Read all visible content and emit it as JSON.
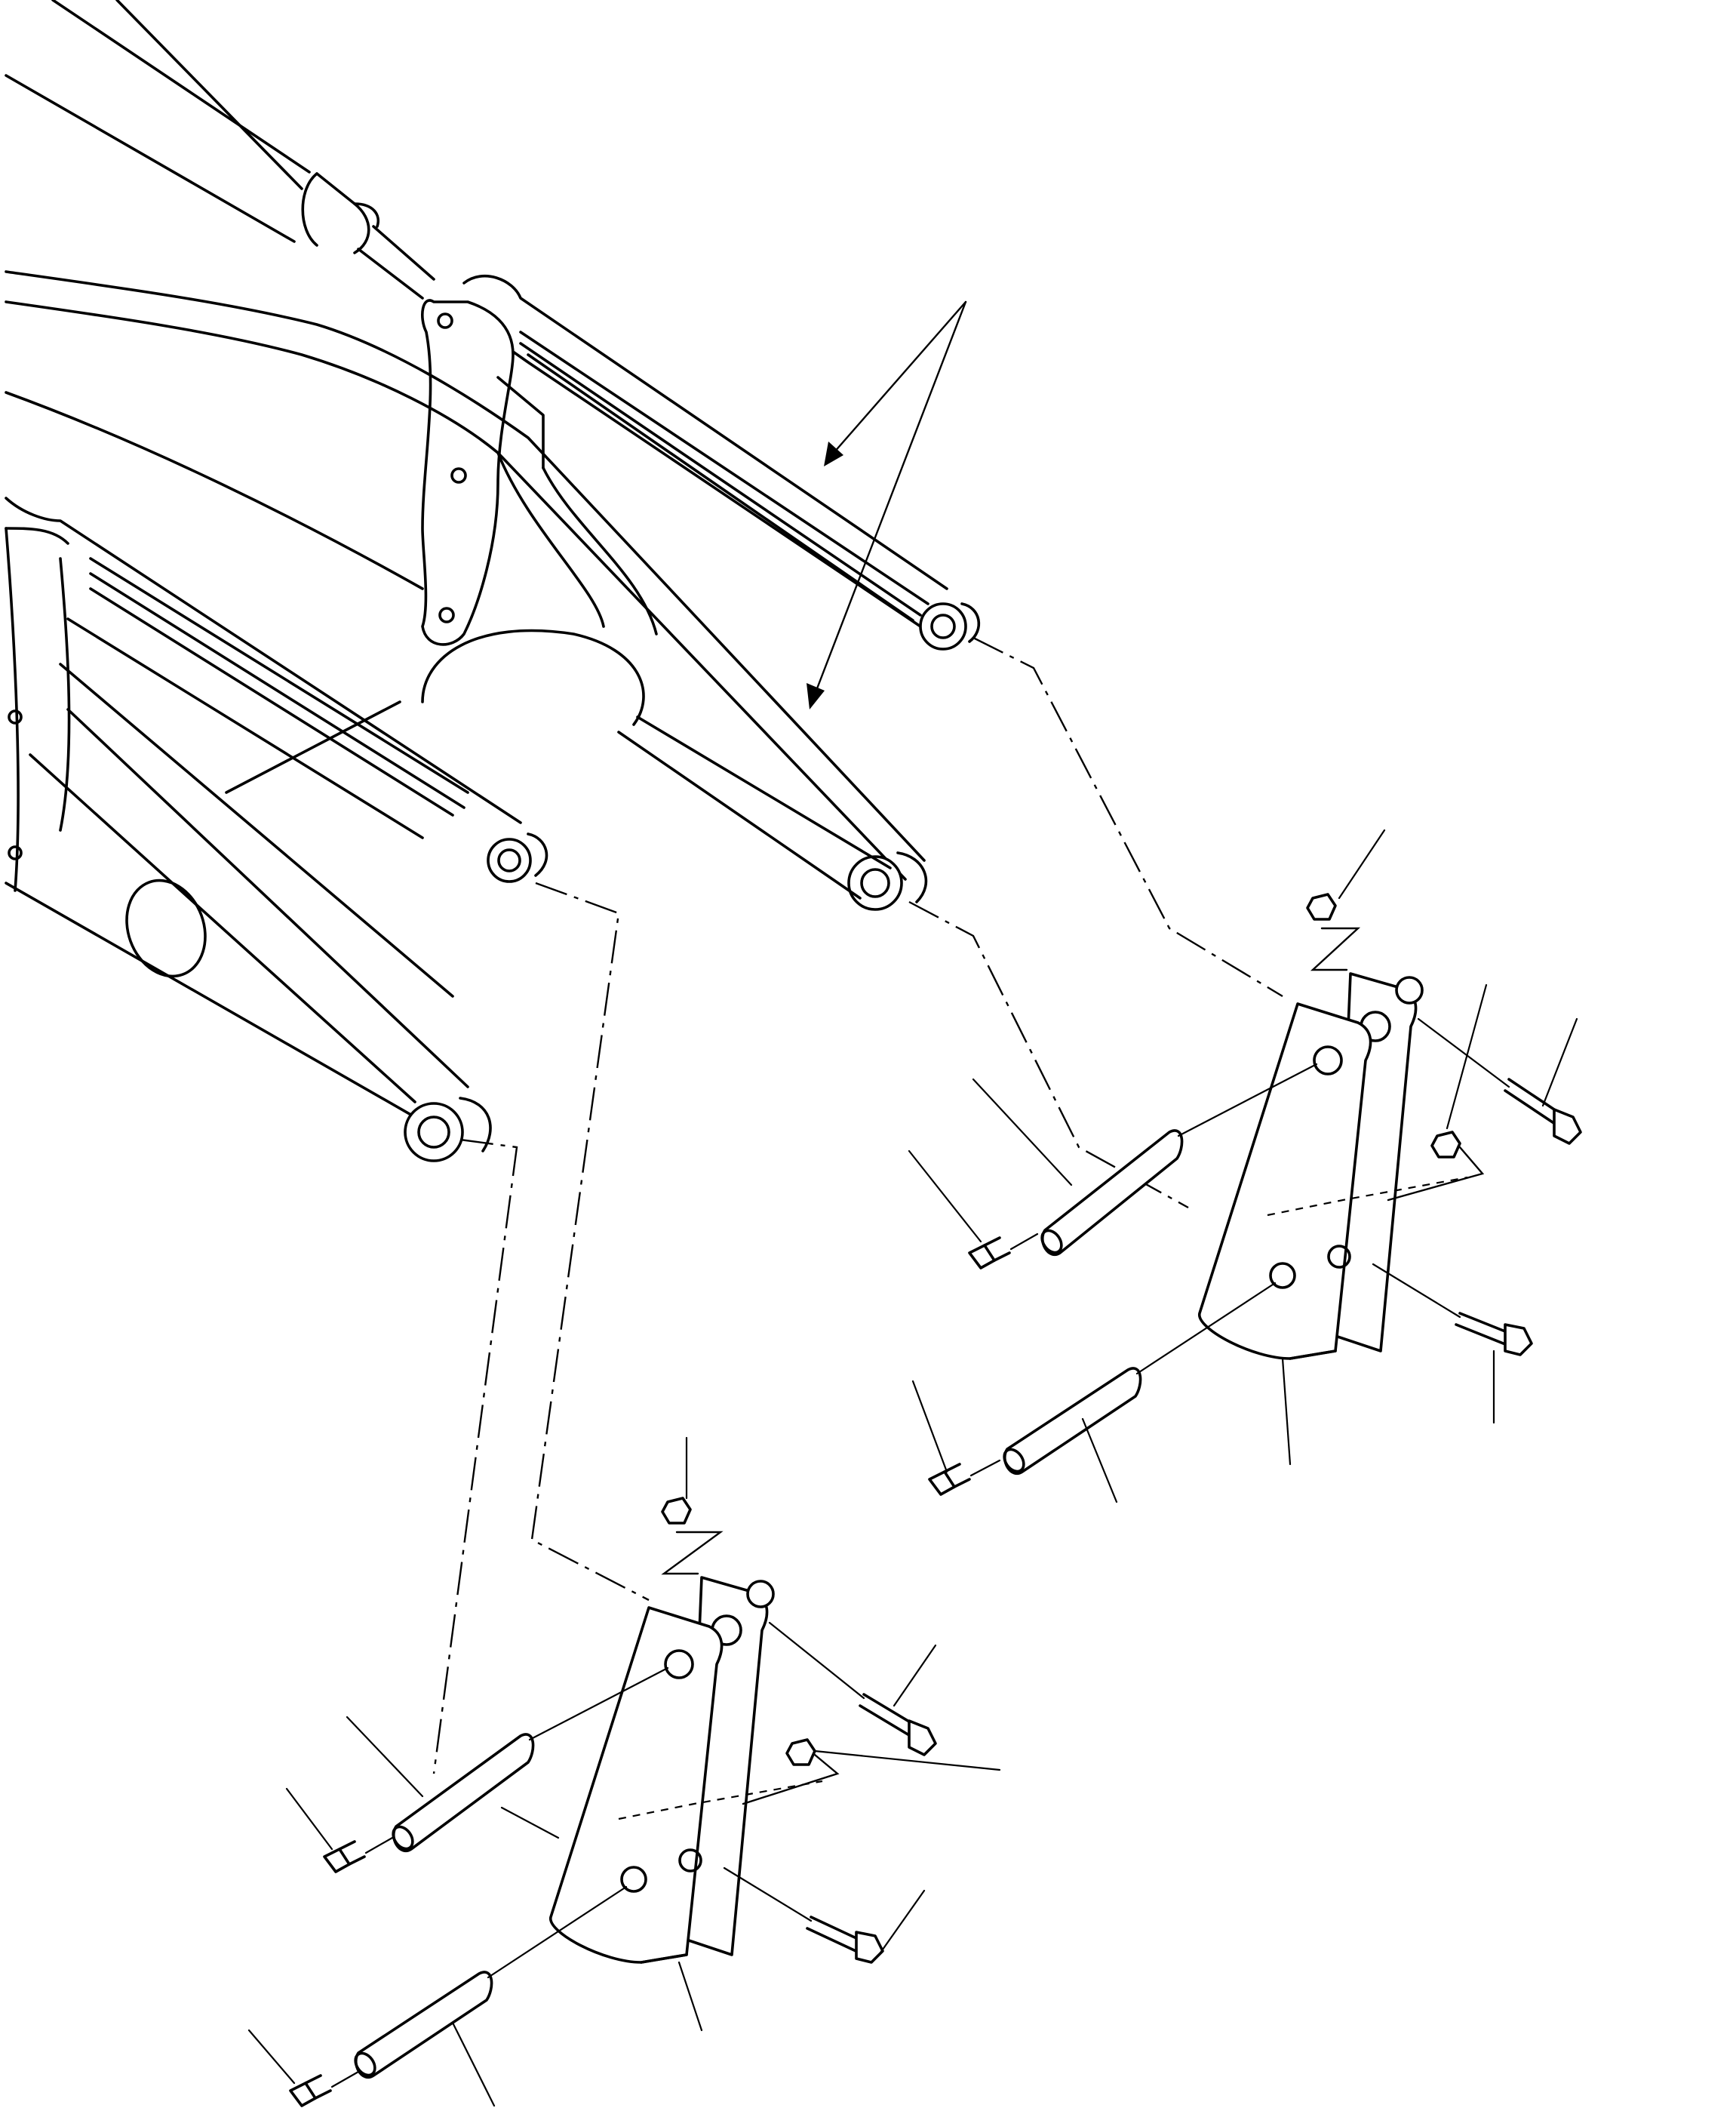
{
  "figure": {
    "type": "exploded-parts-diagram",
    "callout_labels": [],
    "icons": [
      "lift-arm-assembly",
      "link-bracket",
      "pin",
      "grease-fitting",
      "bolt",
      "lock-nut"
    ]
  },
  "assemblies": [
    {
      "name": "lift-arm-assembly",
      "parts": [
        "upper-link-arm",
        "lower-link-arm",
        "cross-tube",
        "lift-cylinder",
        "pivot-plate"
      ]
    },
    {
      "name": "right-bracket-group",
      "parts": [
        "link-bracket",
        "upper-pin",
        "lower-pin",
        "grease-fitting",
        "grease-fitting",
        "bolt",
        "bolt",
        "lock-nut",
        "lock-nut"
      ]
    },
    {
      "name": "left-bracket-group",
      "parts": [
        "link-bracket",
        "upper-pin",
        "lower-pin",
        "grease-fitting",
        "grease-fitting",
        "bolt",
        "bolt",
        "lock-nut",
        "lock-nut"
      ]
    }
  ]
}
